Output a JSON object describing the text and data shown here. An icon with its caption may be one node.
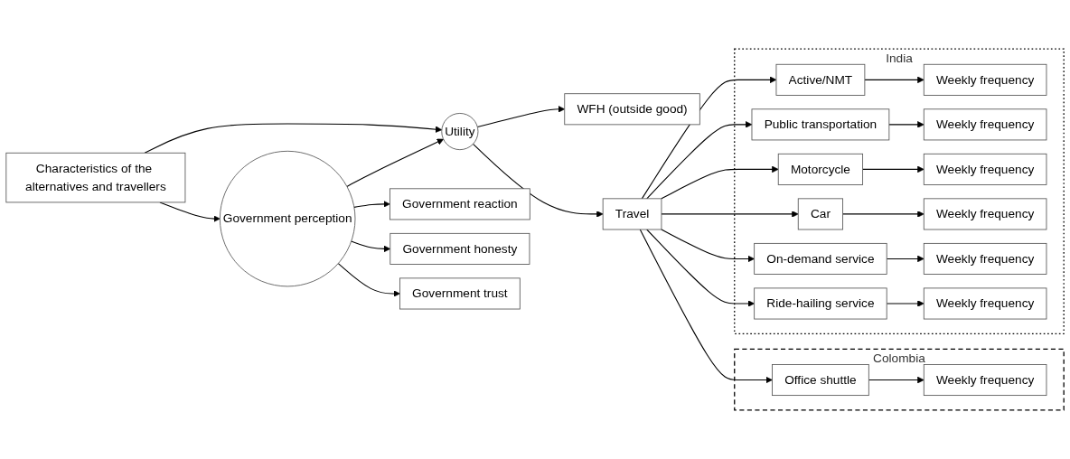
{
  "diagram": {
    "nodes": [
      {
        "text": [
          "Characteristics of the alternatives and travellers"
        ]
      },
      {
        "text": [
          "Utility"
        ]
      },
      {
        "text": [
          "Government perception"
        ]
      },
      {
        "text": [
          "WFH (outside good)"
        ]
      },
      {
        "text": [
          "Travel"
        ]
      },
      {
        "text": [
          "Government reaction"
        ]
      },
      {
        "text": [
          "Government honesty"
        ]
      },
      {
        "text": [
          "Government trust"
        ]
      },
      {
        "text": [
          "Colombia"
        ]
      },
      {
        "text": [
          "Office shuttle"
        ],
        "in": 8
      },
      {
        "text": [
          "Weekly frequency"
        ],
        "in": 8
      },
      {
        "text": [
          "India"
        ]
      },
      {
        "text": [
          "Active/NMT"
        ],
        "in": 11
      },
      {
        "text": [
          "Weekly frequency"
        ],
        "in": 11
      },
      {
        "text": [
          "Public transportation"
        ],
        "in": 11
      },
      {
        "text": [
          "Weekly frequency"
        ],
        "in": 11
      },
      {
        "text": [
          "Motorcycle"
        ],
        "in": 11
      },
      {
        "text": [
          "Weekly frequency"
        ],
        "in": 11
      },
      {
        "text": [
          "Car"
        ],
        "in": 11
      },
      {
        "text": [
          "Weekly frequency"
        ],
        "in": 11
      },
      {
        "text": [
          "On-demand service"
        ],
        "in": 11
      },
      {
        "text": [
          "Weekly frequency"
        ],
        "in": 11
      },
      {
        "text": [
          "Ride-hailing service"
        ],
        "in": 11
      },
      {
        "text": [
          "Weekly frequency"
        ],
        "in": 11
      }
    ],
    "edges": [
      {
        "from": 0,
        "to": 1,
        "arrow": "to"
      },
      {
        "from": 0,
        "to": 2,
        "arrow": "to"
      },
      {
        "from": 2,
        "to": 1,
        "arrow": "to"
      },
      {
        "from": 1,
        "to": 3,
        "arrow": "to"
      },
      {
        "from": 1,
        "to": 4,
        "arrow": "to"
      },
      {
        "from": 2,
        "to": 5,
        "arrow": "to"
      },
      {
        "from": 2,
        "to": 6,
        "arrow": "to"
      },
      {
        "from": 2,
        "to": 7,
        "arrow": "to"
      },
      {
        "from": 4,
        "to": 9,
        "arrow": "to"
      },
      {
        "from": 4,
        "to": 12,
        "arrow": "to"
      },
      {
        "from": 4,
        "to": 14,
        "arrow": "to"
      },
      {
        "from": 4,
        "to": 16,
        "arrow": "to"
      },
      {
        "from": 4,
        "to": 18,
        "arrow": "to"
      },
      {
        "from": 4,
        "to": 20,
        "arrow": "to"
      },
      {
        "from": 4,
        "to": 22,
        "arrow": "to"
      },
      {
        "from": 9,
        "to": 10,
        "arrow": "to"
      },
      {
        "from": 12,
        "to": 13,
        "arrow": "to"
      },
      {
        "from": 14,
        "to": 15,
        "arrow": "to"
      },
      {
        "from": 16,
        "to": 17,
        "arrow": "to"
      },
      {
        "from": 18,
        "to": 19,
        "arrow": "to"
      },
      {
        "from": 20,
        "to": 21,
        "arrow": "to"
      },
      {
        "from": 22,
        "to": 23,
        "arrow": "to"
      }
    ]
  }
}
